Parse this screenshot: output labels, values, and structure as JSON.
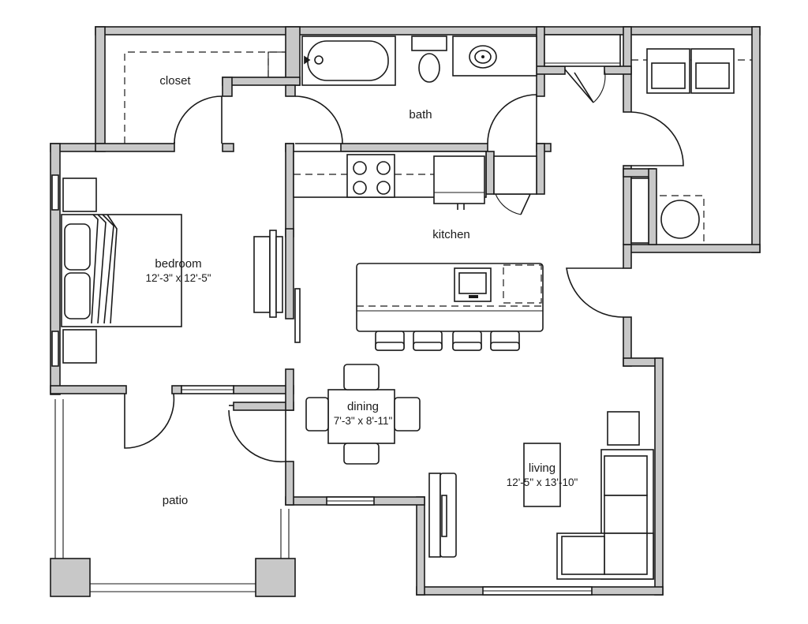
{
  "rooms": {
    "closet": {
      "label": "closet"
    },
    "bath": {
      "label": "bath"
    },
    "kitchen": {
      "label": "kitchen"
    },
    "bedroom": {
      "label": "bedroom",
      "dimensions": "12'-3\" x 12'-5\""
    },
    "dining": {
      "label": "dining",
      "dimensions": "7'-3\" x 8'-11\""
    },
    "living": {
      "label": "living",
      "dimensions": "12'-5\" x 13'-10\""
    },
    "patio": {
      "label": "patio"
    }
  }
}
